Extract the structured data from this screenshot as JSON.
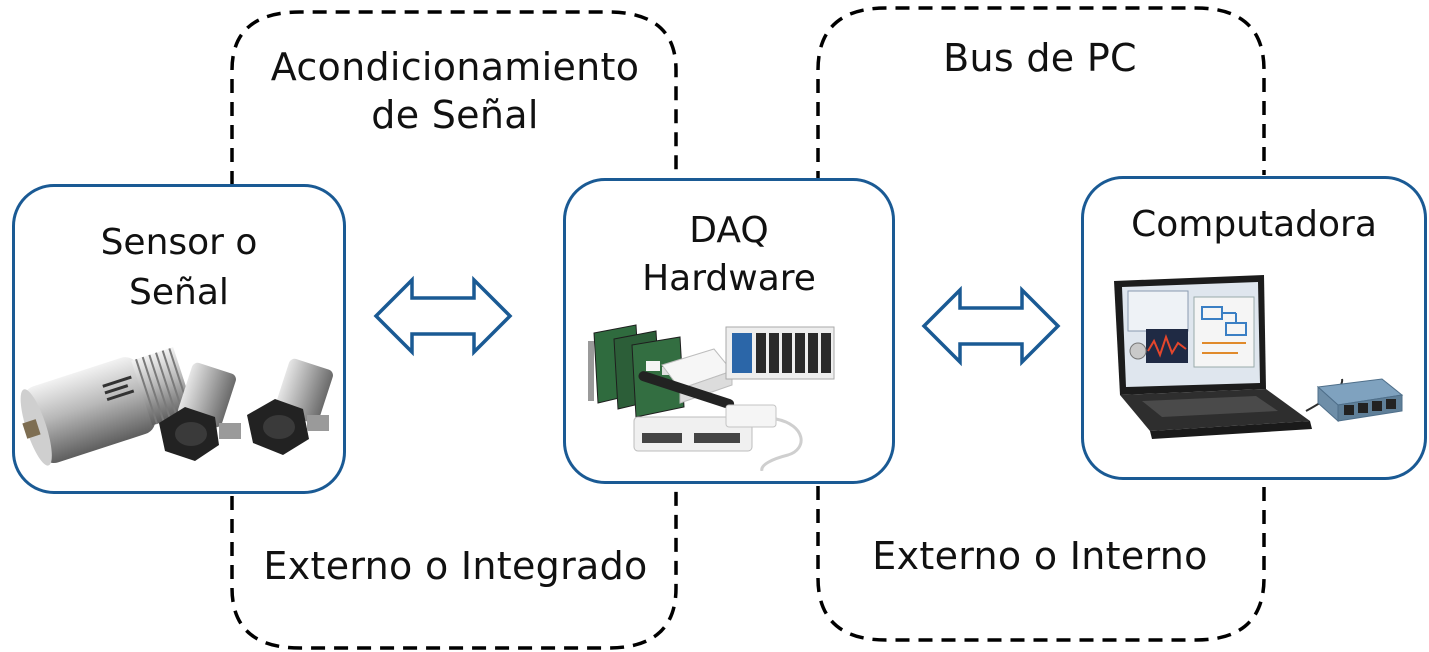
{
  "groups": {
    "signal_conditioning": {
      "title_line1": "Acondicionamiento",
      "title_line2": "de Señal",
      "bottom_label": "Externo o Integrado"
    },
    "pc_bus": {
      "title": "Bus de PC",
      "bottom_label": "Externo o Interno"
    }
  },
  "nodes": {
    "sensor": {
      "line1": "Sensor o",
      "line2": "Señal",
      "image": "sensor-photo"
    },
    "daq": {
      "line1": "DAQ",
      "line2": "Hardware",
      "image": "daq-hardware-photo"
    },
    "computer": {
      "line1": "Computadora",
      "image": "laptop-photo"
    }
  },
  "arrows": [
    "double-arrow-sensor-daq",
    "double-arrow-daq-computer"
  ],
  "colors": {
    "box_border": "#1a5a94",
    "arrow": "#1a5a94",
    "dashed": "#000000"
  }
}
